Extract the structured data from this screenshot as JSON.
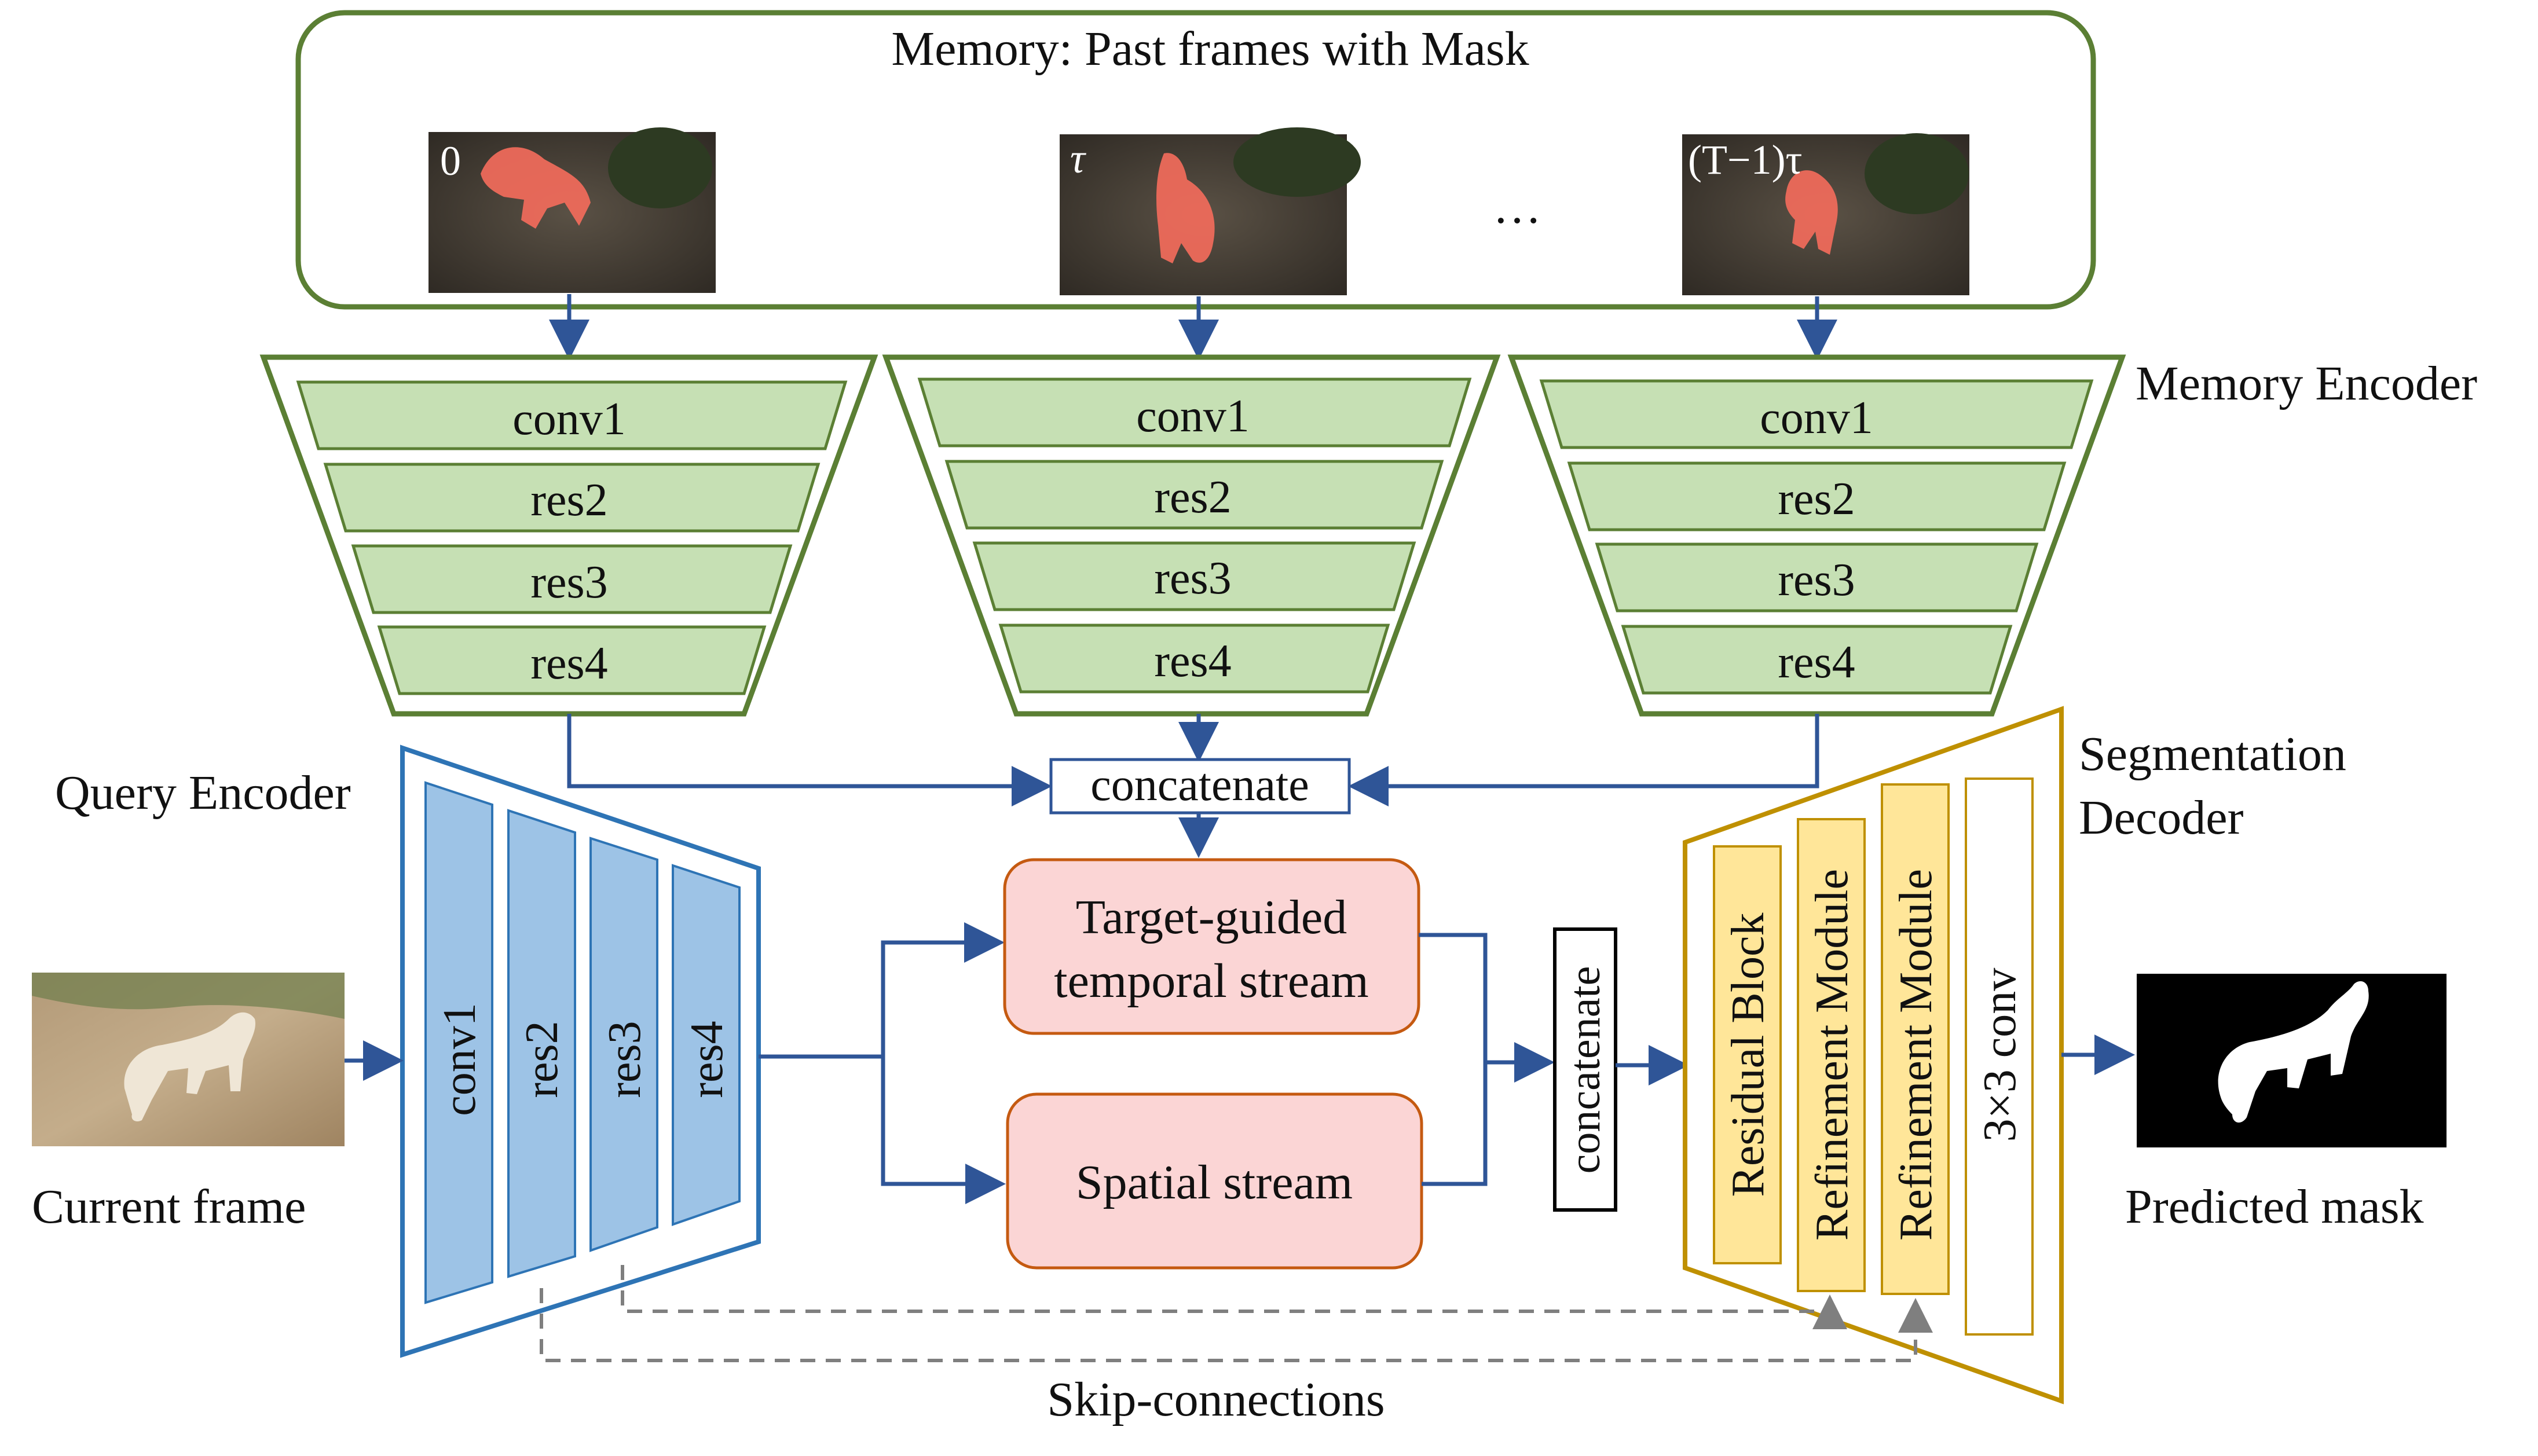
{
  "memory": {
    "title": "Memory: Past frames with Mask",
    "frame_labels": [
      "0",
      "τ",
      "(T−1)τ"
    ],
    "ellipsis": "…"
  },
  "memory_encoder": {
    "label": "Memory Encoder",
    "layers": [
      "conv1",
      "res2",
      "res3",
      "res4"
    ]
  },
  "concat_top": "concatenate",
  "query_encoder": {
    "label": "Query Encoder",
    "layers": [
      "conv1",
      "res2",
      "res3",
      "res4"
    ]
  },
  "current_frame_label": "Current frame",
  "streams": {
    "temporal_line1": "Target-guided",
    "temporal_line2": "temporal stream",
    "spatial": "Spatial stream"
  },
  "concat_mid": "concatenate",
  "decoder": {
    "label_line1": "Segmentation",
    "label_line2": "Decoder",
    "blocks": [
      "Residual Block",
      "Refinement Module",
      "Refinement Module",
      "3×3 conv"
    ]
  },
  "predicted_mask_label": "Predicted mask",
  "skip_label": "Skip-connections",
  "colors": {
    "memory_border": "#5b7f34",
    "encoder_green": "#c6e0b4",
    "query_blue": "#9dc3e6",
    "query_border": "#2e74b5",
    "arrow": "#2f5597",
    "stream_fill": "#fbd5d5",
    "stream_border": "#c55a11",
    "decoder_border": "#bf9000",
    "decoder_yellow": "#ffe699",
    "skip": "#7f7f7f"
  }
}
